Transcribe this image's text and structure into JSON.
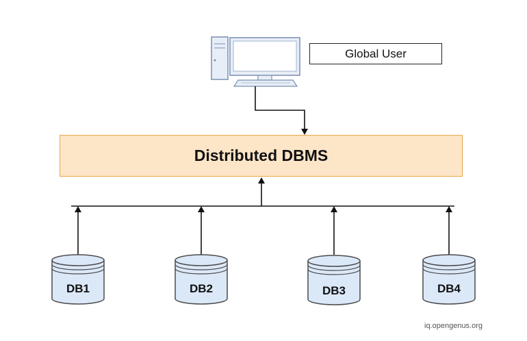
{
  "diagram": {
    "global_user_label": "Global User",
    "dbms_label": "Distributed DBMS",
    "databases": [
      {
        "label": "DB1"
      },
      {
        "label": "DB2"
      },
      {
        "label": "DB3"
      },
      {
        "label": "DB4"
      }
    ],
    "watermark": "iq.opengenus.org"
  },
  "colors": {
    "dbms_fill": "#fde5c7",
    "dbms_border": "#e8a64a",
    "cylinder_fill": "#dbe8f8",
    "cylinder_stroke": "#4a4a4a",
    "computer_fill": "#e8eef8",
    "computer_stroke": "#7a8fb0",
    "line": "#111111"
  },
  "icons": {
    "computer": "desktop-computer-icon",
    "database": "database-cylinder-icon"
  }
}
